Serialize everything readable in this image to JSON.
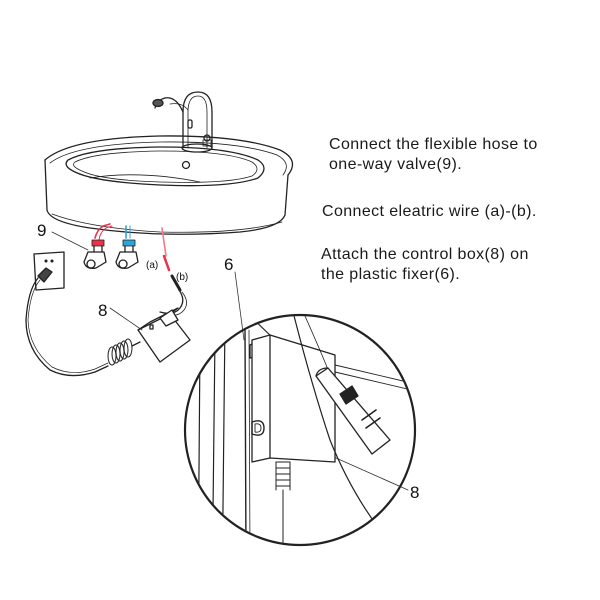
{
  "instructions": [
    {
      "line1": "Connect the flexible hose to",
      "line2": "one-way valve(9)."
    },
    {
      "line1": "Connect eleatric wire (a)-(b).",
      "line2": ""
    },
    {
      "line1": "Attach the control box(8) on",
      "line2": "the plastic fixer(6)."
    }
  ],
  "callouts": {
    "valve": "9",
    "control_box": "8",
    "fixer": "6",
    "control_box_detail": "8",
    "wire_a": "(a)",
    "wire_b": "(b)"
  },
  "colors": {
    "hot_hose": "#e8334a",
    "cold_hose": "#2ba6d8",
    "wire_a": "#f07a8a",
    "line": "#222222"
  }
}
